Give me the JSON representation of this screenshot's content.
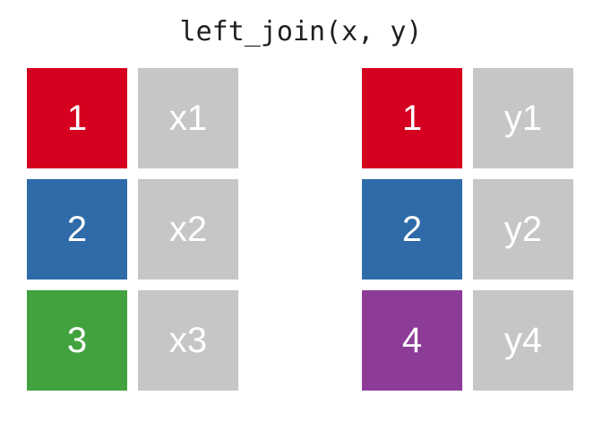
{
  "title": "left_join(x, y)",
  "colors": {
    "background": "#ffffff",
    "title_text": "#1f1f1f",
    "cell_text": "#ffffff",
    "value_bg": "#c6c6c6",
    "key_1": "#d50020",
    "key_2": "#2e6ba8",
    "key_3": "#42a23e",
    "key_4": "#8c3c97"
  },
  "left_table": {
    "name": "x",
    "rows": [
      {
        "key": "1",
        "key_color": "#d50020",
        "value": "x1"
      },
      {
        "key": "2",
        "key_color": "#2e6ba8",
        "value": "x2"
      },
      {
        "key": "3",
        "key_color": "#42a23e",
        "value": "x3"
      }
    ]
  },
  "right_table": {
    "name": "y",
    "rows": [
      {
        "key": "1",
        "key_color": "#d50020",
        "value": "y1"
      },
      {
        "key": "2",
        "key_color": "#2e6ba8",
        "value": "y2"
      },
      {
        "key": "4",
        "key_color": "#8c3c97",
        "value": "y4"
      }
    ]
  }
}
